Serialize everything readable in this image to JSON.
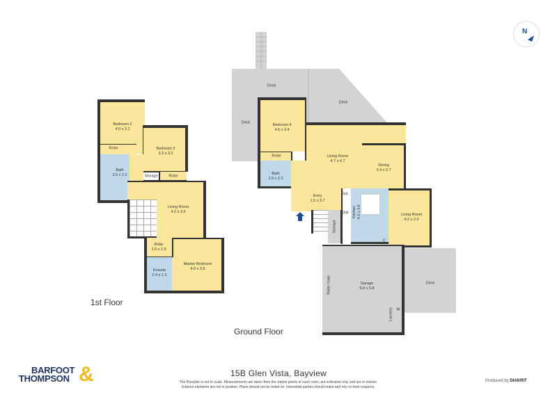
{
  "property": {
    "address": "15B Glen Vista, Bayview",
    "disclaimer_line1": "The floorplan is not to scale. Measurements are taken from the widest points of each room, are indicative only and are in metres.",
    "disclaimer_line2": "Exterior elements are not in position. Plans should not be relied on. Interested parties should make and rely on their enquires."
  },
  "branding": {
    "agency_line1": "BARFOOT",
    "agency_line2": "THOMPSON",
    "agency_amp": "&",
    "produced_by_prefix": "Produced by",
    "produced_by_brand": "DIAKRIT"
  },
  "compass": {
    "label": "N",
    "icon": "north-arrow-icon"
  },
  "colors": {
    "room_yellow": "#fbe79b",
    "wet_blue": "#bfd9ea",
    "deck_grey": "#d3d3d3",
    "wall": "#333333",
    "entry_arrow": "#1d4c94"
  },
  "first_floor": {
    "title": "1st Floor",
    "rooms": [
      {
        "name": "Bedroom 2",
        "dims": "4.0 x 3.2"
      },
      {
        "name": "Robe",
        "dims": ""
      },
      {
        "name": "Bedroom 3",
        "dims": "3.3 x 3.2"
      },
      {
        "name": "Bath",
        "dims": "3.5 x 2.2"
      },
      {
        "name": "Storage",
        "dims": ""
      },
      {
        "name": "Robe",
        "dims": ""
      },
      {
        "name": "Living Room",
        "dims": "4.2 x 3.6"
      },
      {
        "name": "Robe",
        "dims": "1.5 x 1.9"
      },
      {
        "name": "Ensuite",
        "dims": "2.4 x 1.5"
      },
      {
        "name": "Master Bedroom",
        "dims": "4.0 x 3.8"
      }
    ]
  },
  "ground_floor": {
    "title": "Ground Floor",
    "rooms": [
      {
        "name": "Deck",
        "dims": ""
      },
      {
        "name": "Deck",
        "dims": ""
      },
      {
        "name": "Deck",
        "dims": ""
      },
      {
        "name": "Bedroom 4",
        "dims": "4.5 x 3.4"
      },
      {
        "name": "Robe",
        "dims": ""
      },
      {
        "name": "Bath",
        "dims": "1.9 x 2.3"
      },
      {
        "name": "Living Room",
        "dims": "4.7 x 4.7"
      },
      {
        "name": "Dining",
        "dims": "3.4 x 2.7"
      },
      {
        "name": "Entry",
        "dims": "1.5 x 3.7"
      },
      {
        "name": "Kitchen",
        "dims": "4.3 x 3.8"
      },
      {
        "name": "Living Room",
        "dims": "4.2 x 2.0"
      },
      {
        "name": "Storage",
        "dims": ""
      },
      {
        "name": "Garage",
        "dims": "5.8 x 5.8"
      },
      {
        "name": "Deck",
        "dims": ""
      },
      {
        "name": "Roller Gate",
        "dims": ""
      },
      {
        "name": "Laundry",
        "dims": ""
      }
    ],
    "fixtures": {
      "ref": "Ref.",
      "dw": "DW",
      "c": "C",
      "w": "W"
    }
  }
}
